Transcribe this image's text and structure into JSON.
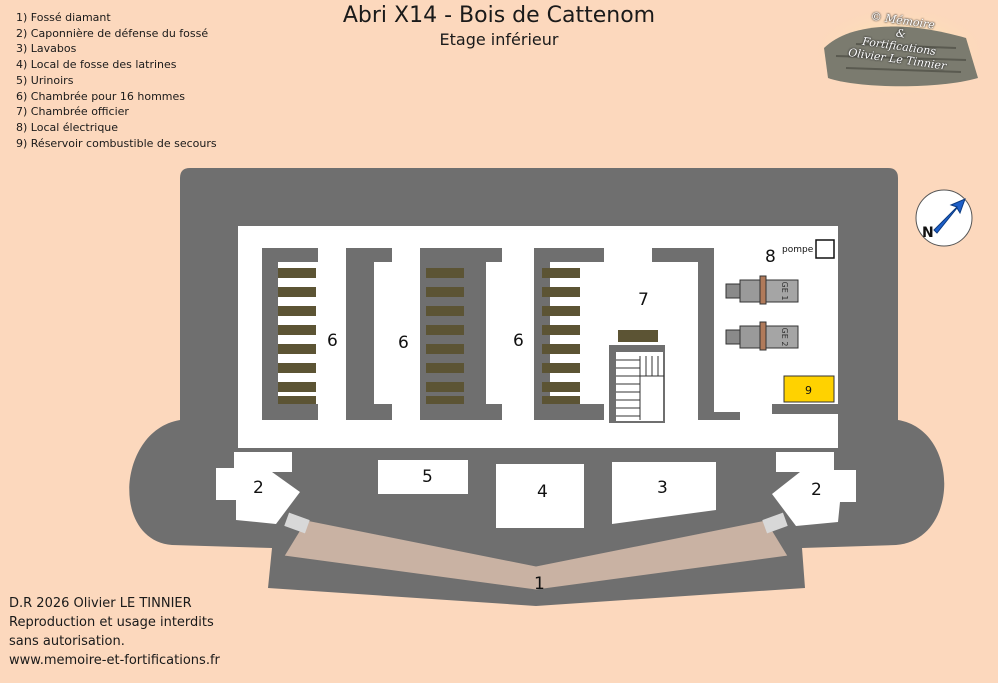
{
  "title": "Abri X14 - Bois de Cattenom",
  "subtitle": "Etage inférieur",
  "legend": [
    "1) Fossé diamant",
    "2) Caponnière de défense du fossé",
    "3) Lavabos",
    "4) Local de fosse des latrines",
    "5) Urinoirs",
    "6) Chambrée pour 16 hommes",
    "7) Chambrée officier",
    "8) Local électrique",
    "9) Réservoir combustible de secours"
  ],
  "credits": [
    "D.R 2026 Olivier LE TINNIER",
    "Reproduction et usage interdits",
    "sans autorisation.",
    "www.memoire-et-fortifications.fr"
  ],
  "logo": {
    "line1": "© Mémoire",
    "line2": "&",
    "line3": "Fortifications",
    "line4": "Olivier Le Tinnier"
  },
  "compass_label": "N",
  "room_labels": {
    "r1": "1",
    "r2_left": "2",
    "r2_right": "2",
    "r3": "3",
    "r4": "4",
    "r5": "5",
    "r6_a": "6",
    "r6_b": "6",
    "r6_c": "6",
    "r7": "7",
    "r8": "8",
    "r9": "9"
  },
  "pump_label": "pompe",
  "generators": [
    "GE 1",
    "GE 2"
  ],
  "colors": {
    "background": "#fcd8bd",
    "concrete": "#6f6f6f",
    "floor": "#ffffff",
    "ditch": "#c9b2a3",
    "bunk": "#5c5434",
    "tank": "#ffd200"
  }
}
